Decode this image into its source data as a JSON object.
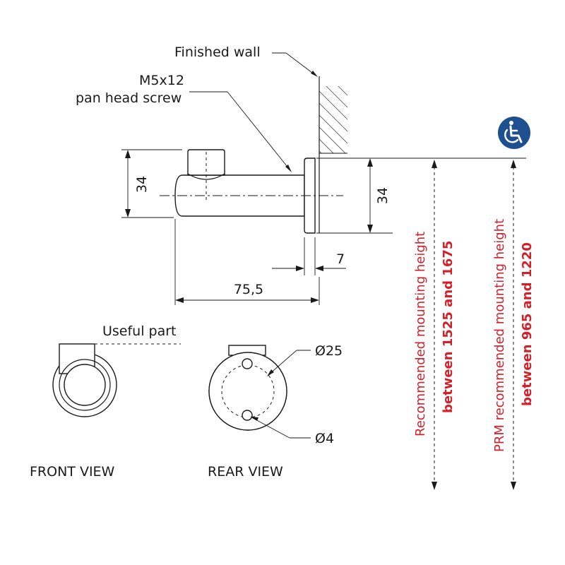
{
  "labels": {
    "finished_wall": "Finished wall",
    "screw_line1": "M5x12",
    "screw_line2": "pan head screw",
    "useful_part": "Useful part",
    "diameter_large": "Ø25",
    "diameter_small": "Ø4",
    "front_view": "FRONT VIEW",
    "rear_view": "REAR VIEW"
  },
  "dimensions": {
    "height_left": "34",
    "height_right": "34",
    "flange_thickness": "7",
    "overall_length": "75,5"
  },
  "mounting": {
    "standard_line1": "Recommended mounting height",
    "standard_line2": "between 1525 and 1675",
    "prm_line1": "PRM recommended mounting height",
    "prm_line2": "between 965 and 1220"
  },
  "icons": {
    "accessibility": "wheelchair-icon"
  },
  "colors": {
    "accent_red": "#d0202a",
    "badge_blue": "#1d4f91",
    "line": "#1a1a1a"
  }
}
